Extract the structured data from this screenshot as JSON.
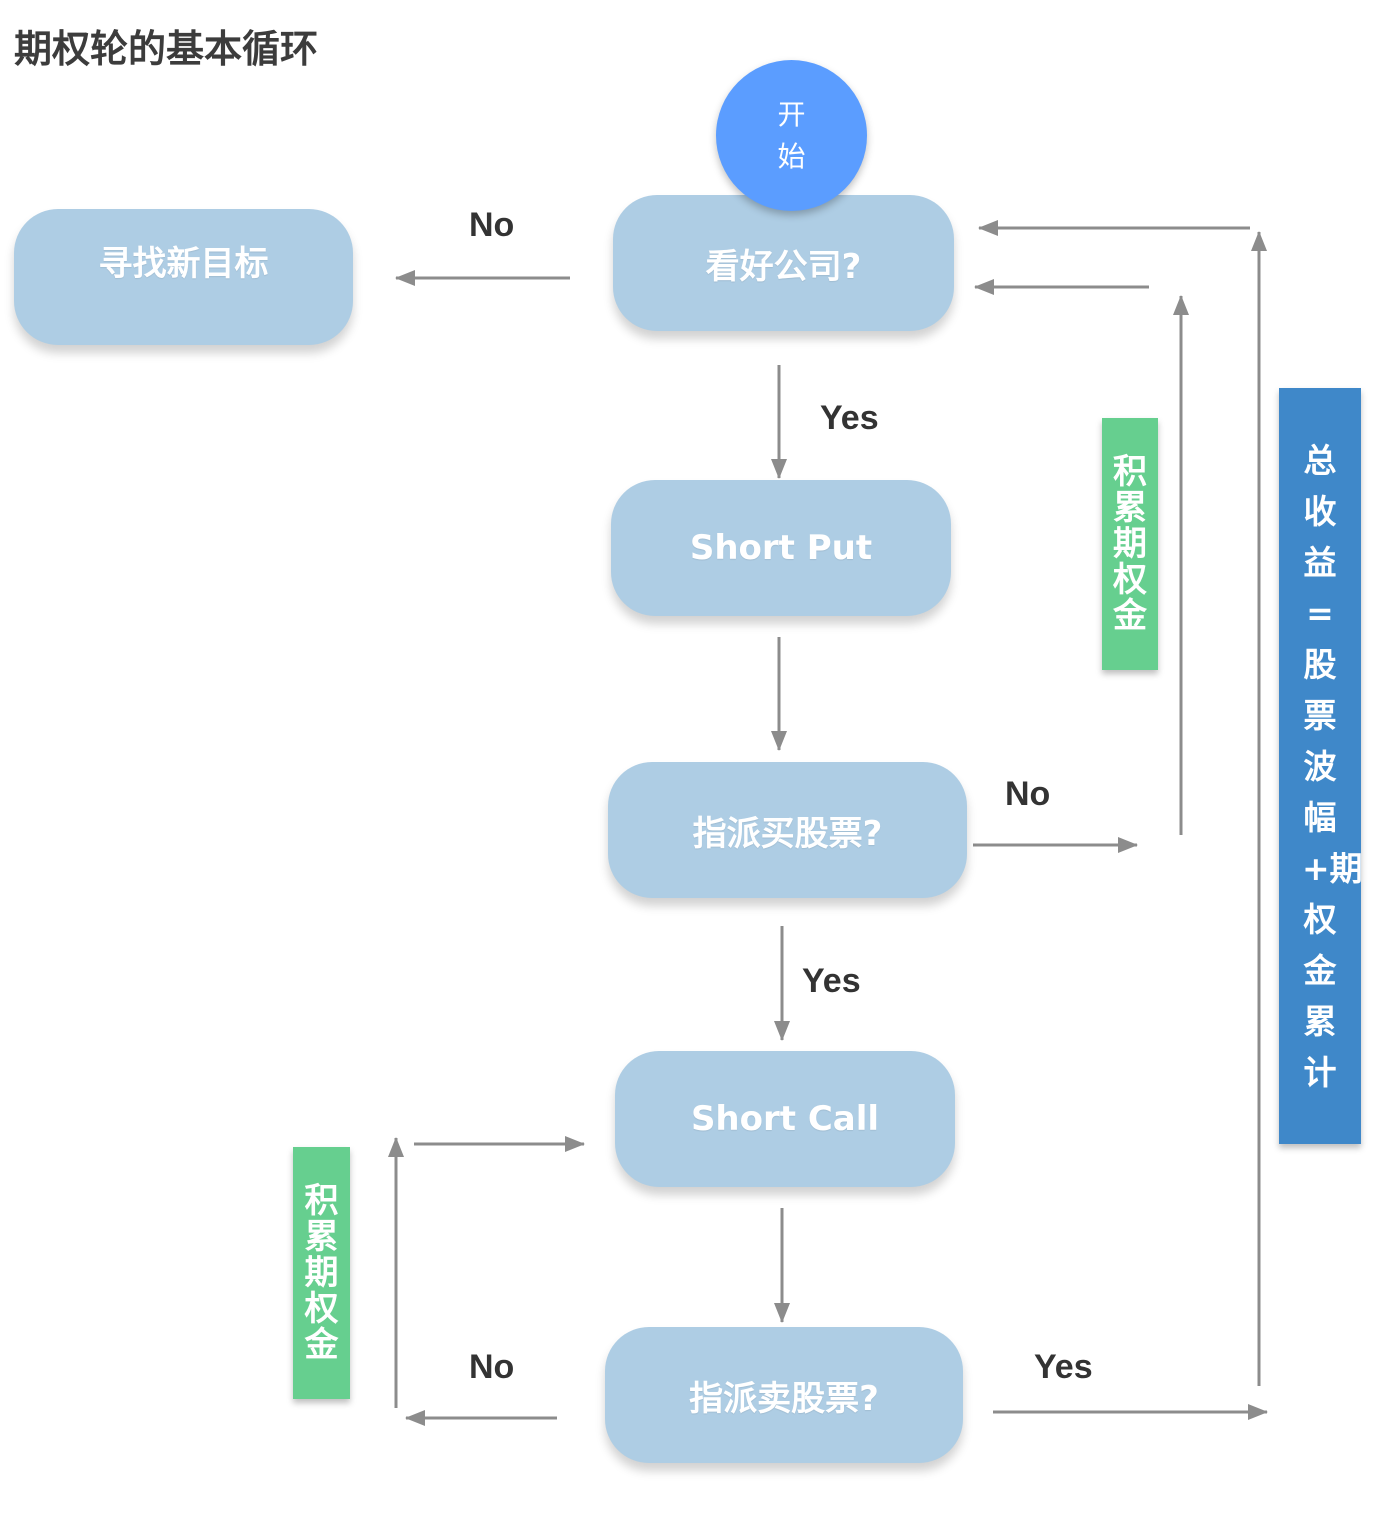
{
  "title": "期权轮的基本循环",
  "start": "开始",
  "nodes": {
    "new_target": "寻找新目标",
    "like_company": "看好公司?",
    "short_put": "Short Put",
    "assigned_buy": "指派买股票?",
    "short_call": "Short Call",
    "assigned_sell": "指派卖股票?"
  },
  "labels": {
    "no_top": "No",
    "yes_1": "Yes",
    "no_mid": "No",
    "yes_2": "Yes",
    "no_bottom": "No",
    "yes_bottom": "Yes"
  },
  "tags": {
    "accumulate_right": "积累期权金",
    "accumulate_left": "积累期权金",
    "total_return": "总收益=股票波幅+期权金累计"
  },
  "colors": {
    "node": "#aecde4",
    "start": "#5b9dff",
    "green_tag": "#66cf8f",
    "blue_tag": "#3f88c9",
    "arrow": "#8c8c8c"
  }
}
